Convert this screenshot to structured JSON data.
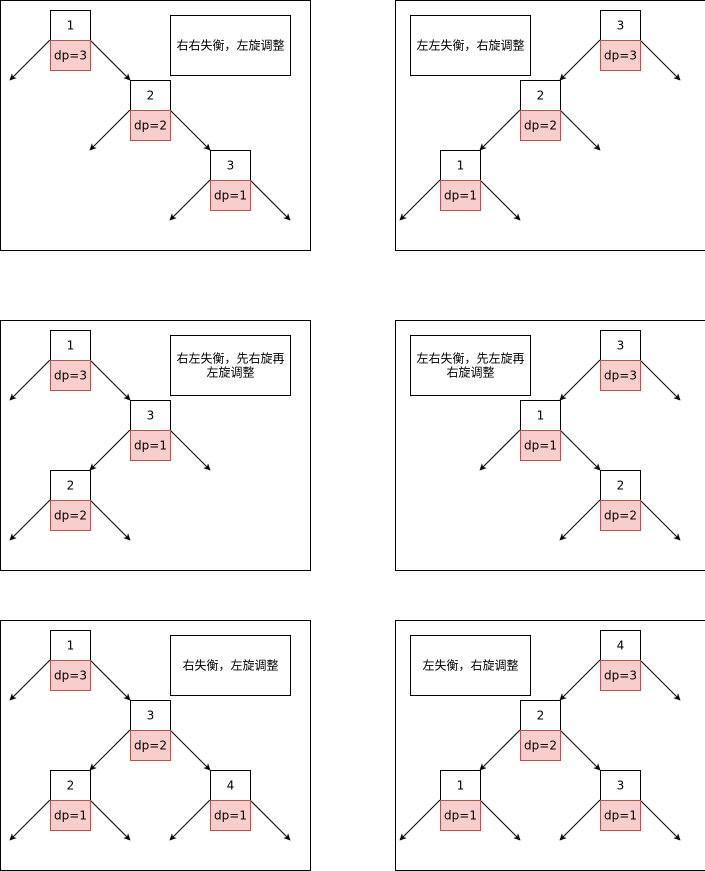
{
  "colors": {
    "node_fill": "#ffffff",
    "dp_fill": "#f8cecc",
    "dp_stroke": "#b85450",
    "line": "#000000"
  },
  "panels": [
    {
      "caption": [
        "右右失衡，左旋调整"
      ],
      "nodes": [
        {
          "id": "1",
          "dp": "dp=3"
        },
        {
          "id": "2",
          "dp": "dp=2"
        },
        {
          "id": "3",
          "dp": "dp=1"
        }
      ]
    },
    {
      "caption": [
        "左左失衡，右旋调整"
      ],
      "nodes": [
        {
          "id": "3",
          "dp": "dp=3"
        },
        {
          "id": "2",
          "dp": "dp=2"
        },
        {
          "id": "1",
          "dp": "dp=1"
        }
      ]
    },
    {
      "caption": [
        "右左失衡，先右旋再",
        "左旋调整"
      ],
      "nodes": [
        {
          "id": "1",
          "dp": "dp=3"
        },
        {
          "id": "3",
          "dp": "dp=1"
        },
        {
          "id": "2",
          "dp": "dp=2"
        }
      ]
    },
    {
      "caption": [
        "左右失衡，先左旋再",
        "右旋调整"
      ],
      "nodes": [
        {
          "id": "3",
          "dp": "dp=3"
        },
        {
          "id": "1",
          "dp": "dp=1"
        },
        {
          "id": "2",
          "dp": "dp=2"
        }
      ]
    },
    {
      "caption": [
        "右失衡，左旋调整"
      ],
      "nodes": [
        {
          "id": "1",
          "dp": "dp=3"
        },
        {
          "id": "3",
          "dp": "dp=2"
        },
        {
          "id": "2",
          "dp": "dp=1"
        },
        {
          "id": "4",
          "dp": "dp=1"
        }
      ]
    },
    {
      "caption": [
        "左失衡，右旋调整"
      ],
      "nodes": [
        {
          "id": "4",
          "dp": "dp=3"
        },
        {
          "id": "2",
          "dp": "dp=2"
        },
        {
          "id": "1",
          "dp": "dp=1"
        },
        {
          "id": "3",
          "dp": "dp=1"
        }
      ]
    }
  ]
}
